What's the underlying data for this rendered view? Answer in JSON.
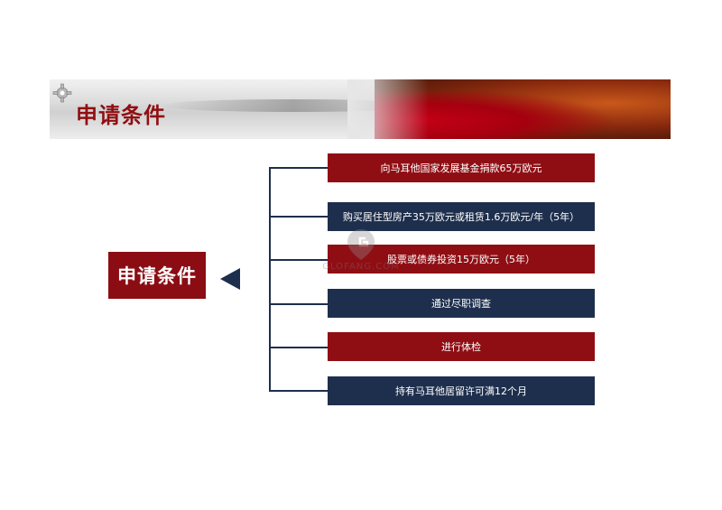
{
  "header": {
    "title": "申请条件",
    "icon": "gear-icon"
  },
  "main_label": "申请条件",
  "conditions": [
    {
      "text": "向马耳他国家发展基金捐款65万欧元",
      "color": "#8f0e14"
    },
    {
      "text": "购买居住型房产35万欧元或租赁1.6万欧元/年（5年）",
      "color": "#1e2f4d"
    },
    {
      "text": "股票或债券投资15万欧元（5年）",
      "color": "#8f0e14"
    },
    {
      "text": "通过尽职调查",
      "color": "#1e2f4d"
    },
    {
      "text": "进行体检",
      "color": "#8f0e14"
    },
    {
      "text": "持有马耳他居留许可满12个月",
      "color": "#1e2f4d"
    }
  ],
  "watermark": {
    "text": "GLOFANG.COM"
  },
  "colors": {
    "accent_red": "#8f0e14",
    "navy": "#1e2f4d"
  }
}
